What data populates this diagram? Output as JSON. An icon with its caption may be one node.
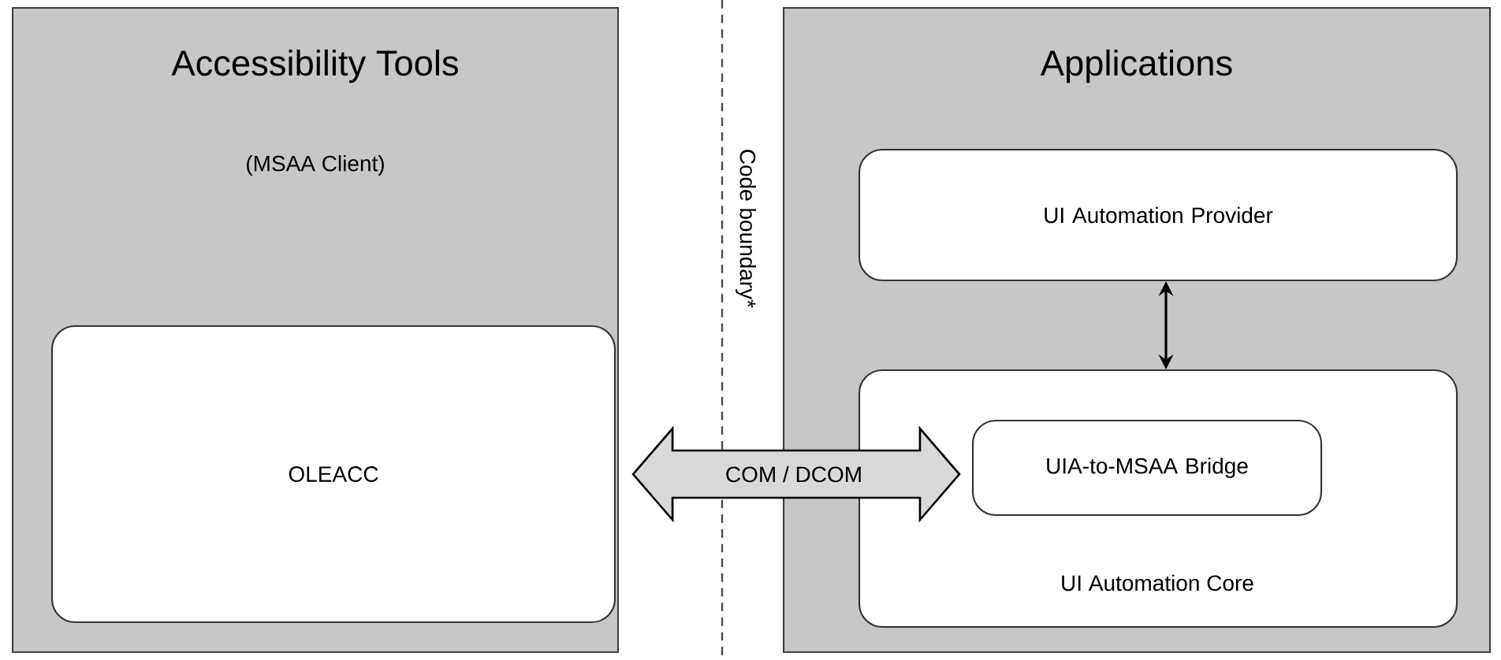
{
  "diagram": {
    "nodes": [
      {
        "text": [
          "Accessibility Tools",
          "(MSAA Client)"
        ]
      },
      {
        "text": [
          "OLEACC"
        ],
        "in": 0
      },
      {
        "text": [
          "Applications"
        ]
      },
      {
        "text": [
          "UI Automation Provider"
        ],
        "in": 2
      },
      {
        "text": [
          "UI Automation Core"
        ],
        "in": 2
      },
      {
        "text": [
          "UIA-to-MSAA Bridge"
        ],
        "in": 4
      }
    ],
    "edges": [
      {
        "from": 3,
        "to": 4,
        "arrow": "both"
      },
      {
        "from": 1,
        "to": 5,
        "arrow": "both",
        "style": "thick",
        "label": "COM / DCOM"
      }
    ],
    "labels": [
      "Code boundary*"
    ]
  }
}
